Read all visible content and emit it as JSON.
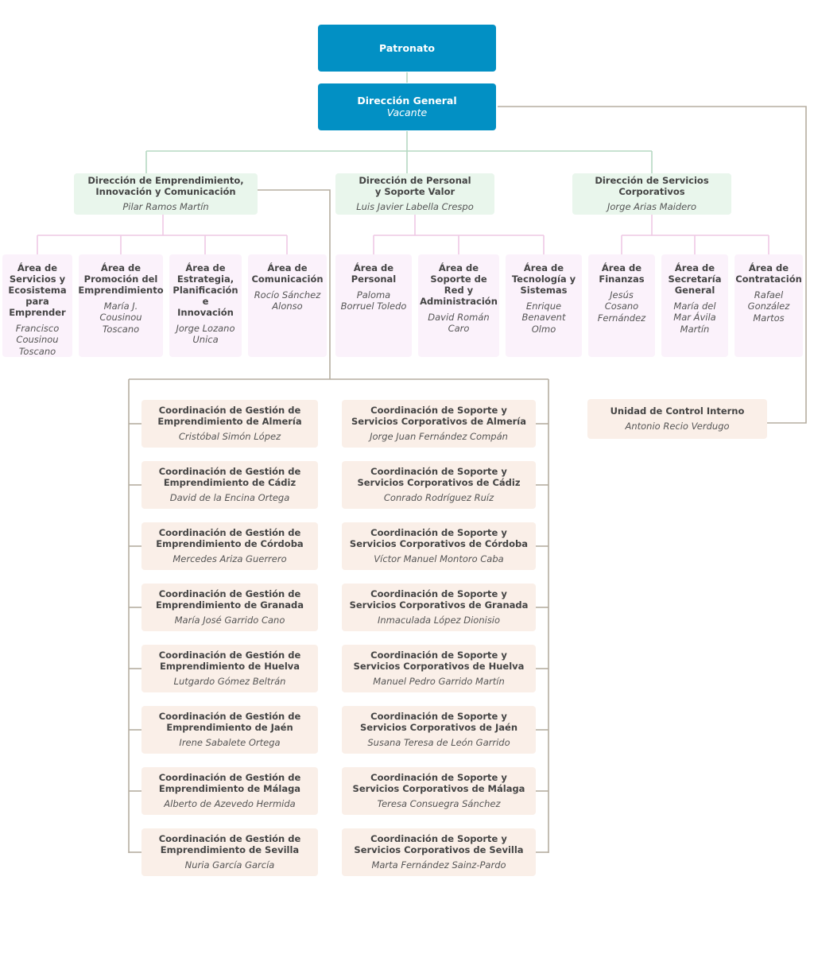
{
  "colors": {
    "root_box": "#0290c4",
    "direction_box": "#e9f6ec",
    "area_box": "#fbf2fb",
    "coordination_box": "#faefe8",
    "line_green": "#b6d8c2",
    "line_pink": "#eec8e4",
    "line_tan": "#b5ada0",
    "text_dark": "#444444",
    "text_light": "#ffffff"
  },
  "root": {
    "title": "Patronato",
    "person": ""
  },
  "general_direction": {
    "title": "Dirección General",
    "person": "Vacante"
  },
  "directions": [
    {
      "title": "Dirección de Emprendimiento,\nInnovación y Comunicación",
      "title_line1": "Dirección de Emprendimiento,",
      "title_line2": "Innovación y Comunicación",
      "person": "Pilar Ramos Martín"
    },
    {
      "title_line1": "Dirección de Personal",
      "title_line2": "y Soporte Valor",
      "person": "Luis Javier Labella Crespo"
    },
    {
      "title_line1": "Dirección de Servicios",
      "title_line2": "Corporativos",
      "person": "Jorge Arias Maidero"
    }
  ],
  "areas": [
    {
      "title": "Área de Servicios y Ecosistema para Emprender",
      "person": "Francisco Cousinou Toscano"
    },
    {
      "title": "Área de Promoción del Emprendimiento",
      "person": "María J. Cousinou Toscano"
    },
    {
      "title": "Área de Estrategia, Planificación e Innovación",
      "person": "Jorge Lozano Unica"
    },
    {
      "title": "Área de Comunicación",
      "person": "Rocío Sánchez Alonso"
    },
    {
      "title": "Área de Personal",
      "person": "Paloma Borruel Toledo"
    },
    {
      "title": "Área de Soporte de Red y Administración",
      "person": "David Román Caro"
    },
    {
      "title": "Área de Tecnología y Sistemas",
      "person": "Enrique Benavent Olmo"
    },
    {
      "title": "Área de Finanzas",
      "person": "Jesús Cosano Fernández"
    },
    {
      "title": "Área de Secretaría General",
      "person": "María del Mar Ávila Martín"
    },
    {
      "title": "Área de Contratación",
      "person": "Rafael González Martos"
    }
  ],
  "coordinations_gestion": [
    {
      "title": "Coordinación de Gestión de Emprendimiento de Almería",
      "person": "Cristóbal Simón López"
    },
    {
      "title": "Coordinación de Gestión de Emprendimiento de Cádiz",
      "person": "David de la Encina Ortega"
    },
    {
      "title": "Coordinación de Gestión de Emprendimiento de Córdoba",
      "person": "Mercedes Ariza Guerrero"
    },
    {
      "title": "Coordinación de Gestión de Emprendimiento de Granada",
      "person": "María José Garrido Cano"
    },
    {
      "title": "Coordinación de Gestión de Emprendimiento de Huelva",
      "person": "Lutgardo Gómez Beltrán"
    },
    {
      "title": "Coordinación de Gestión de Emprendimiento de Jaén",
      "person": "Irene Sabalete Ortega"
    },
    {
      "title": "Coordinación de Gestión de Emprendimiento de Málaga",
      "person": "Alberto de Azevedo Hermida"
    },
    {
      "title": "Coordinación de Gestión de Emprendimiento de Sevilla",
      "person": "Nuria García García"
    }
  ],
  "coordinations_soporte": [
    {
      "title": "Coordinación de Soporte y Servicios Corporativos de Almería",
      "person": "Jorge Juan Fernández Compán"
    },
    {
      "title": "Coordinación de Soporte y Servicios Corporativos de Cádiz",
      "person": "Conrado Rodríguez Ruíz"
    },
    {
      "title": "Coordinación de Soporte y Servicios Corporativos de Córdoba",
      "person": "Víctor Manuel Montoro Caba"
    },
    {
      "title": "Coordinación de Soporte y Servicios Corporativos de Granada",
      "person": "Inmaculada López Dionisio"
    },
    {
      "title": "Coordinación de Soporte y Servicios Corporativos de Huelva",
      "person": "Manuel Pedro Garrido Martín"
    },
    {
      "title": "Coordinación de Soporte y Servicios Corporativos de Jaén",
      "person": "Susana Teresa de León Garrido"
    },
    {
      "title": "Coordinación de Soporte y Servicios Corporativos de Málaga",
      "person": "Teresa Consuegra Sánchez"
    },
    {
      "title": "Coordinación de Soporte y Servicios Corporativos de Sevilla",
      "person": "Marta Fernández Sainz-Pardo"
    }
  ],
  "control_unit": {
    "title": "Unidad de Control Interno",
    "person": "Antonio Recio Verdugo"
  }
}
